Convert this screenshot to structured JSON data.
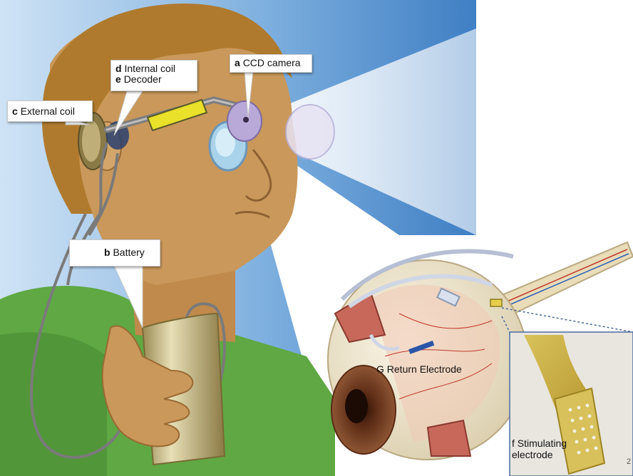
{
  "labels": {
    "ccd": {
      "letter": "a",
      "text": "CCD camera"
    },
    "internal_coil": {
      "letter": "d",
      "text": "Internal coil"
    },
    "decoder": {
      "letter": "e",
      "text": "Decoder"
    },
    "external_coil": {
      "letter": "c",
      "text": "External coil"
    },
    "battery": {
      "letter": "b",
      "text": "Battery"
    },
    "return_electrode": {
      "text": "G Return Electrode"
    },
    "stimulating": {
      "line1": "f Stimulating",
      "line2": "electrode"
    },
    "page_mark": "2"
  },
  "colors": {
    "sky_dark": "#3f7fc4",
    "sky_light": "#dcecf8",
    "skin": "#c9985a",
    "hair": "#b07a2e",
    "shirt": "#5fa843",
    "decoder_yellow": "#e9e12a",
    "eyeball": "#efe6cf"
  }
}
